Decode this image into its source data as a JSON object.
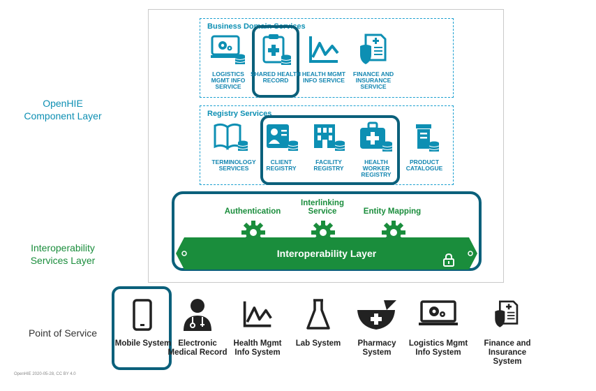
{
  "layers": {
    "component": "OpenHIE\nComponent Layer",
    "interop": "Interoperability\nServices Layer",
    "pos": "Point of Service"
  },
  "business": {
    "title": "Business Domain Services",
    "items": [
      "LOGISTICS MGMT INFO SERVICE",
      "SHARED HEALTH RECORD",
      "HEALTH MGMT INFO SERVICE",
      "FINANCE AND INSURANCE SERVICE"
    ]
  },
  "registry": {
    "title": "Registry Services",
    "items": [
      "TERMINOLOGY SERVICES",
      "CLIENT REGISTRY",
      "FACILITY REGISTRY",
      "HEALTH WORKER REGISTRY",
      "PRODUCT CATALOGUE"
    ]
  },
  "interop": {
    "services": [
      "Authentication",
      "Interlinking Service",
      "Entity Mapping"
    ],
    "banner": "Interoperability Layer"
  },
  "pos": {
    "items": [
      "Mobile System",
      "Electronic Medical Record",
      "Health Mgmt Info System",
      "Lab System",
      "Pharmacy System",
      "Logistics Mgmt Info System",
      "Finance and Insurance System"
    ]
  },
  "caption": "OpenHIE 2020-05-28, CC BY 4.0",
  "colors": {
    "teal": "#0d8fb3",
    "dark_teal": "#0b607b",
    "green": "#1a8d3c",
    "dark_gray": "#333333"
  },
  "icons": {
    "business": [
      "laptop-gear-db-icon",
      "clipboard-plus-db-icon",
      "line-chart-icon",
      "shield-document-icon"
    ],
    "registry": [
      "book-db-icon",
      "id-card-db-icon",
      "building-db-icon",
      "medical-bag-db-icon",
      "product-box-db-icon"
    ],
    "interop": [
      "gear-icon",
      "gear-icon",
      "gear-icon",
      "padlock-icon"
    ],
    "pos": [
      "mobile-phone-icon",
      "doctor-icon",
      "line-chart-icon",
      "flask-icon",
      "mortar-pestle-icon",
      "laptop-gear-icon",
      "shield-document-icon"
    ]
  }
}
